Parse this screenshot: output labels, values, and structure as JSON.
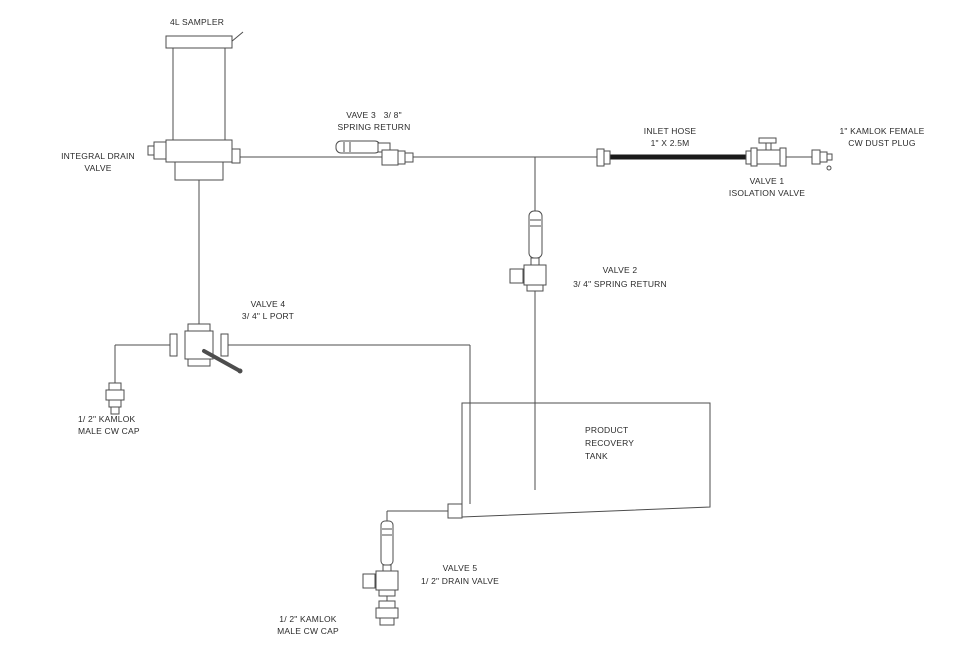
{
  "diagram": {
    "type": "piping-and-valve-schematic",
    "colors": {
      "line": "#4d4d4d",
      "hose": "#1a1a1a",
      "text": "#2b2b2b",
      "background": "#ffffff"
    },
    "labels": {
      "sampler": "4L SAMPLER",
      "integral_drain": [
        "INTEGRAL DRAIN",
        "VALVE"
      ],
      "valve3": [
        "VAVE 3   3/ 8\"",
        "SPRING RETURN"
      ],
      "inlet_hose": [
        "INLET HOSE",
        "1\" X 2.5M"
      ],
      "kamlok_female": [
        "1\" KAMLOK FEMALE",
        "CW DUST PLUG"
      ],
      "valve1": [
        "VALVE 1",
        "ISOLATION VALVE"
      ],
      "valve2": [
        "VALVE 2",
        "3/ 4\" SPRING RETURN"
      ],
      "valve4": [
        "VALVE 4",
        "3/ 4\" L PORT"
      ],
      "kamlok_left": [
        "1/ 2\" KAMLOK",
        "MALE CW CAP"
      ],
      "tank": [
        "PRODUCT",
        "RECOVERY",
        "TANK"
      ],
      "valve5": [
        "VALVE 5",
        "1/ 2\" DRAIN VALVE"
      ],
      "kamlok_bottom": [
        "1/ 2\" KAMLOK",
        "MALE CW CAP"
      ]
    }
  }
}
